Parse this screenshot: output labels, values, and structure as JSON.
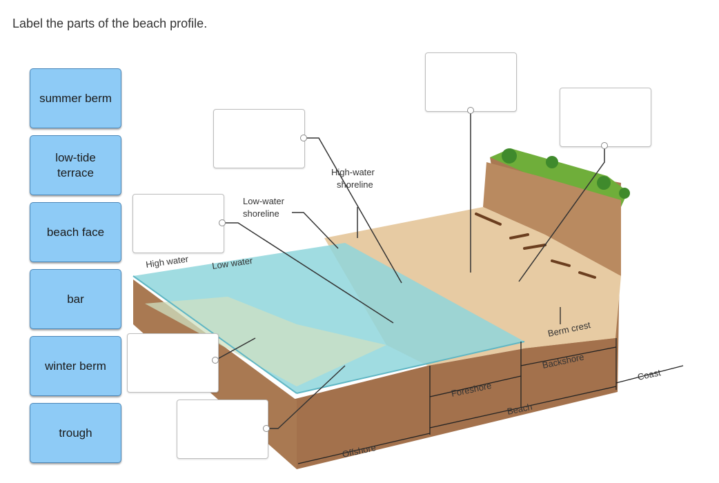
{
  "question": "Label the parts of the beach profile.",
  "chips": [
    "summer berm",
    "low-tide\nterrace",
    "beach face",
    "bar",
    "winter berm",
    "trough"
  ],
  "diagram_labels": {
    "high_water_shoreline": "High-water\nshoreline",
    "low_water_shoreline": "Low-water\nshoreline",
    "high_water": "High water",
    "low_water": "Low water",
    "berm_crest": "Berm crest",
    "backshore": "Backshore",
    "foreshore": "Foreshore",
    "coast": "Coast",
    "beach": "Beach",
    "offshore": "Offshore"
  },
  "colors": {
    "chip_fill": "#8ecbf6",
    "chip_border": "#4a86b8",
    "water": "#8fd6dc",
    "sand": "#e7cba3",
    "rock": "#a97952",
    "grass": "#6fae3a"
  }
}
